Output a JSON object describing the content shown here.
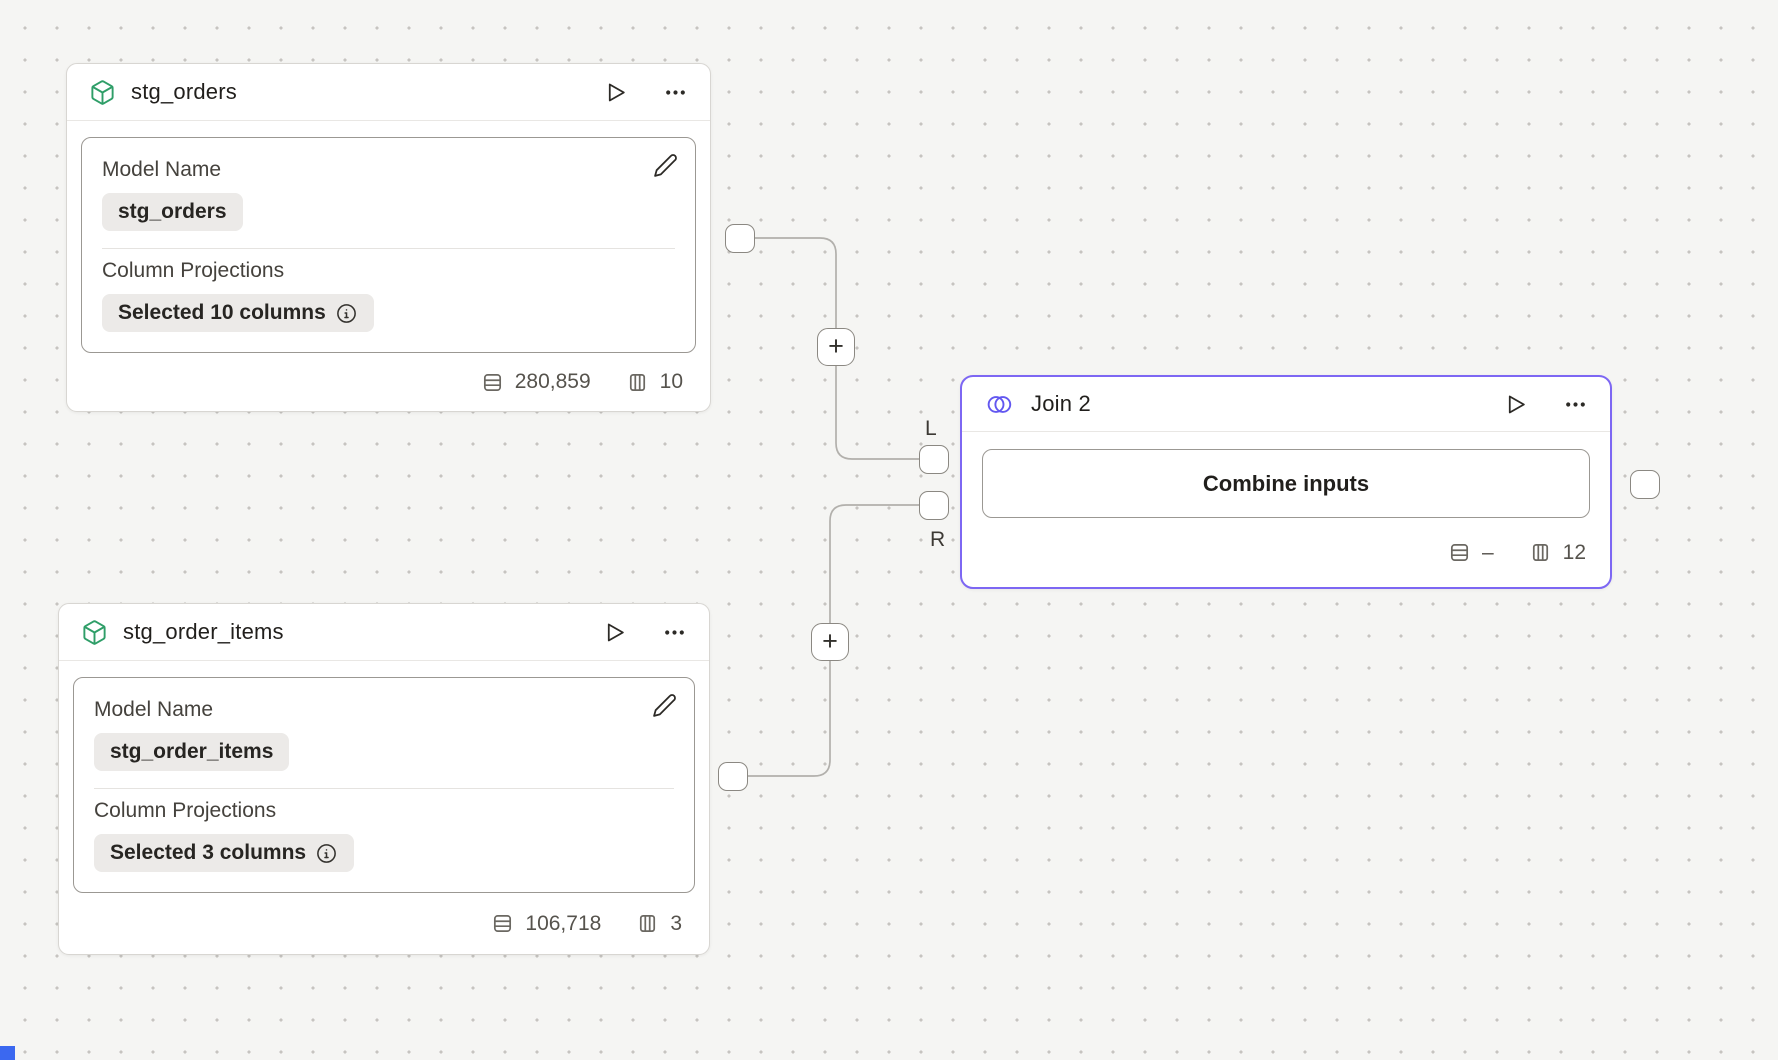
{
  "canvas": {
    "background_color": "#f5f5f3",
    "dot_color": "#c6c4c0"
  },
  "colors": {
    "selected_accent": "#7d67f3",
    "model_icon_green": "#2f9e68",
    "join_icon_indigo": "#6257f0",
    "edge_gray": "#b2b0ac",
    "corner_marker_blue": "#3b68f0"
  },
  "nodes": {
    "stg_orders": {
      "title": "stg_orders",
      "model_name_label": "Model Name",
      "model_name_value": "stg_orders",
      "projections_label": "Column Projections",
      "projections_value": "Selected 10 columns",
      "rows": "280,859",
      "cols": "10"
    },
    "stg_order_items": {
      "title": "stg_order_items",
      "model_name_label": "Model Name",
      "model_name_value": "stg_order_items",
      "projections_label": "Column Projections",
      "projections_value": "Selected 3 columns",
      "rows": "106,718",
      "cols": "3"
    },
    "join": {
      "title": "Join 2",
      "combine_label": "Combine inputs",
      "rows": "–",
      "cols": "12"
    }
  },
  "ports": {
    "left": "L",
    "right": "R"
  },
  "controls": {
    "add_label": "+"
  }
}
